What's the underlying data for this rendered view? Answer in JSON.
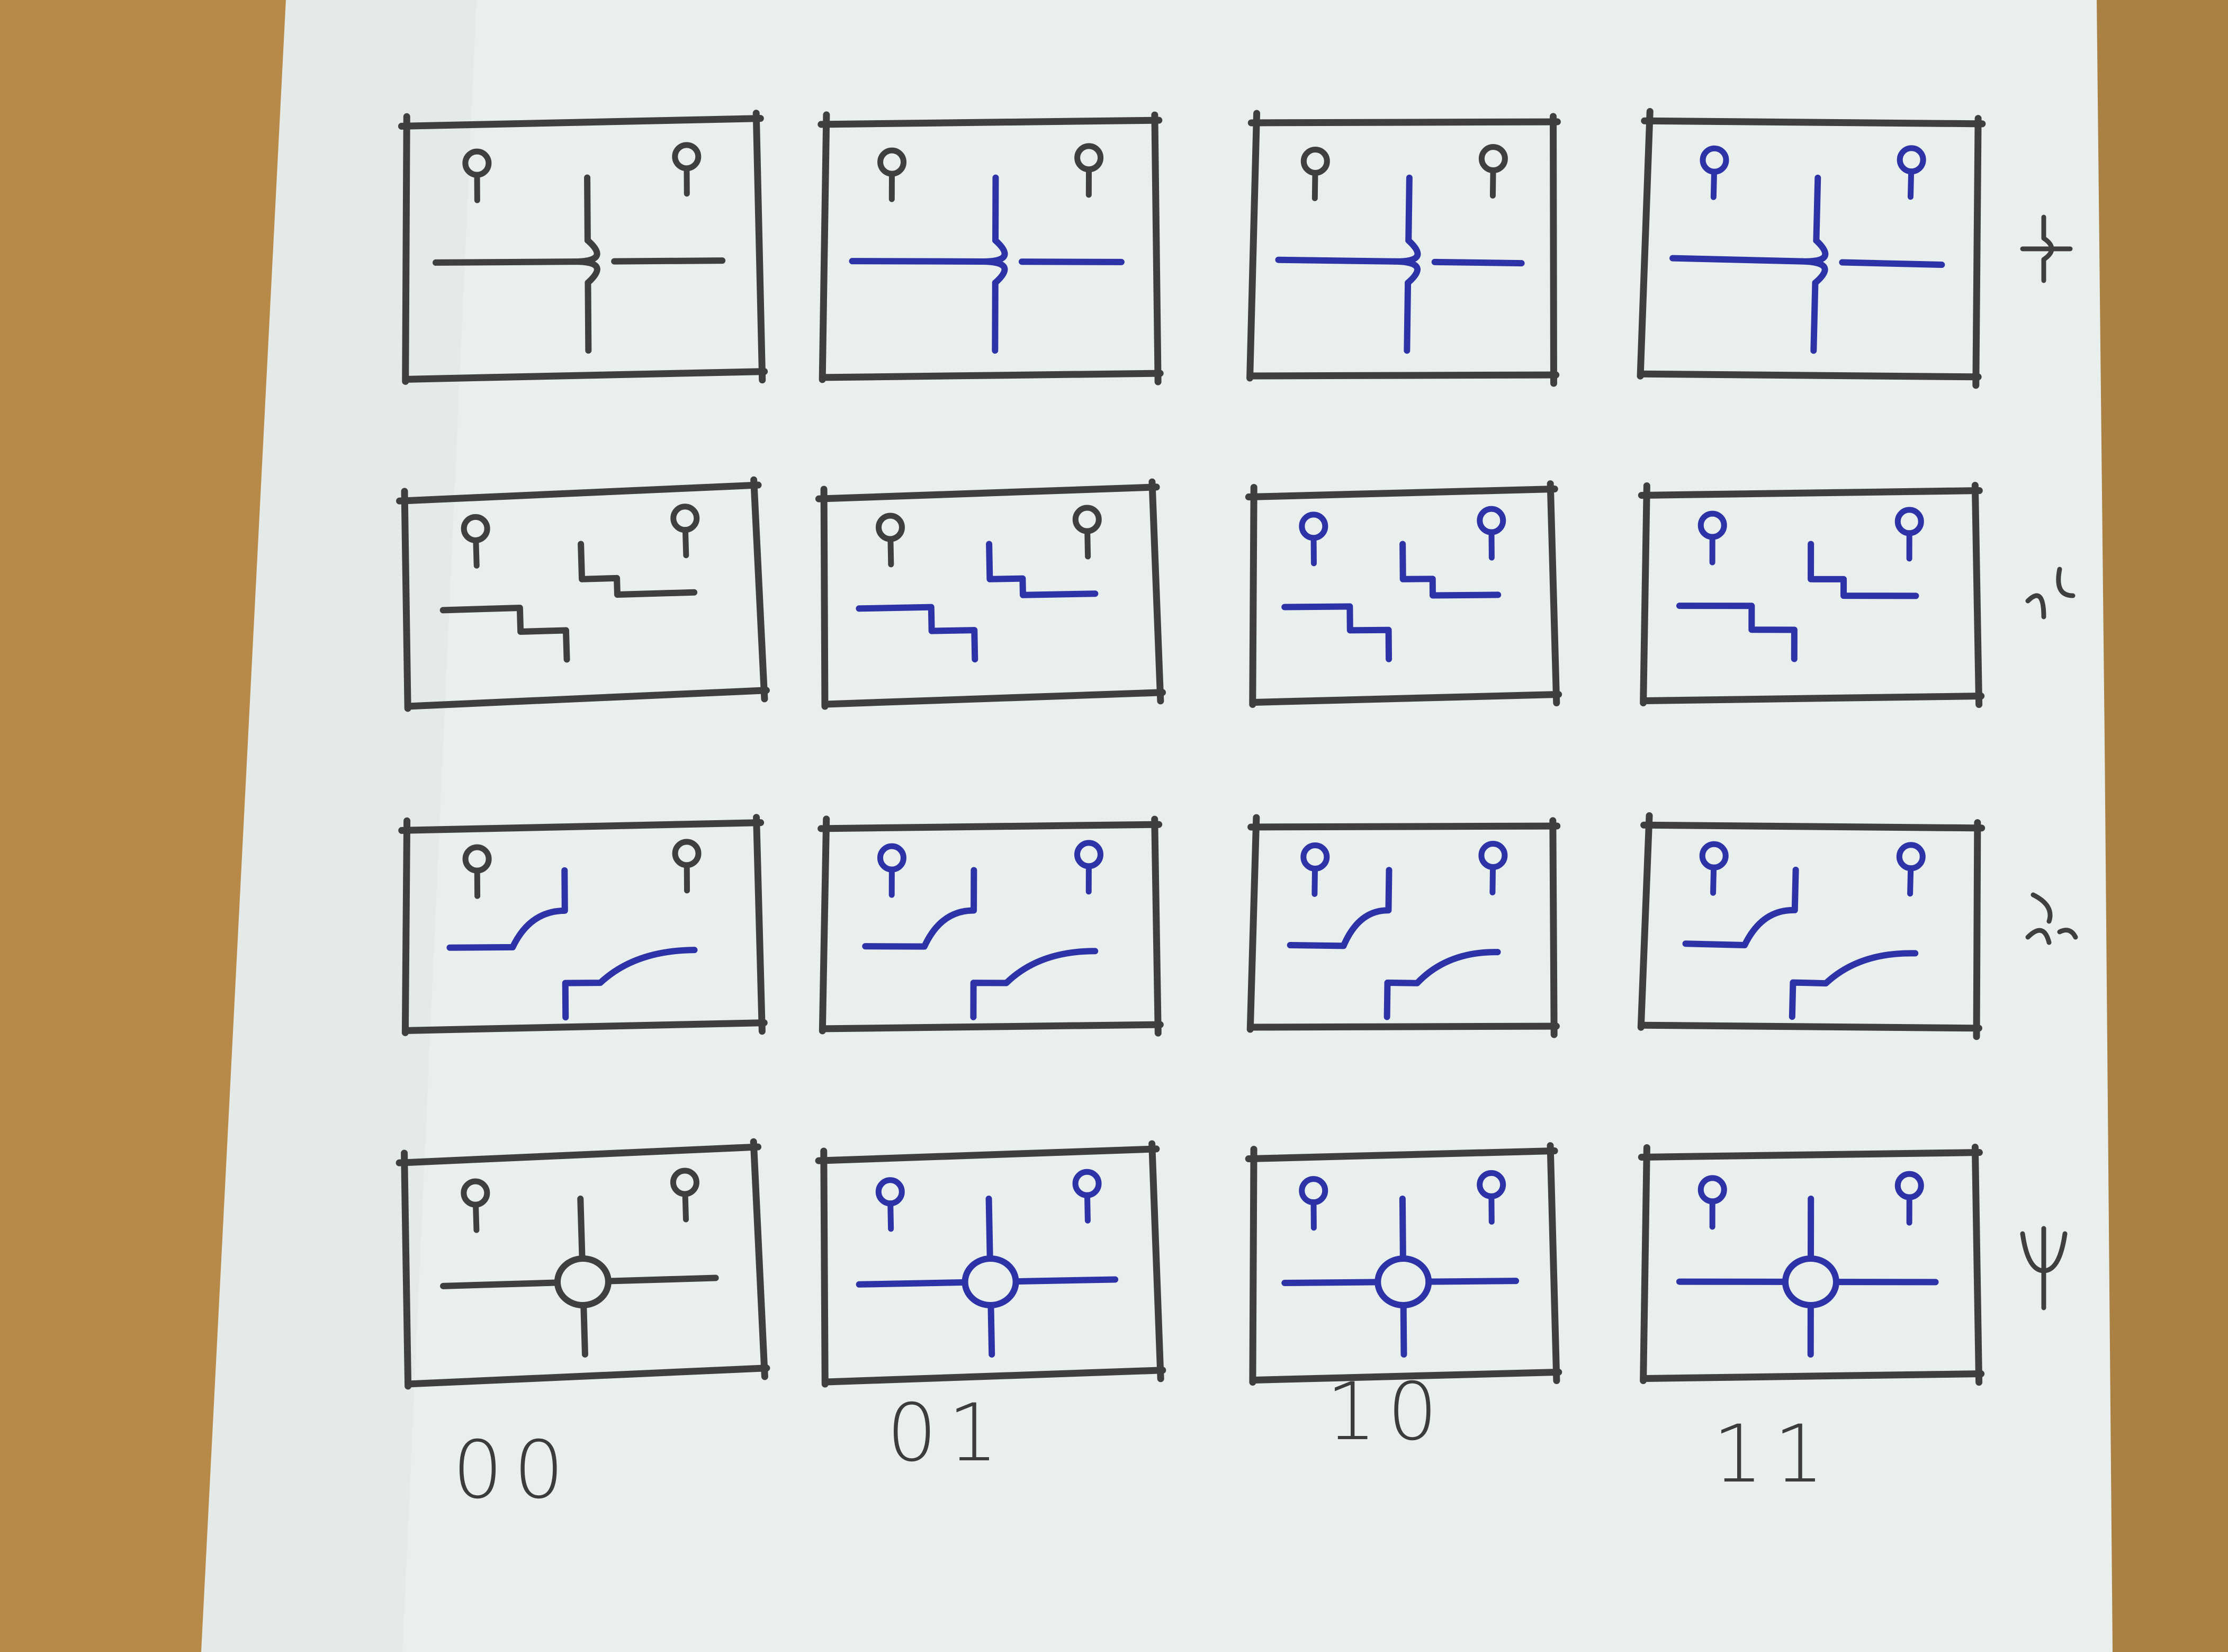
{
  "ink": {
    "pencil": "#3f3f3f",
    "blue": "#2d33a6"
  },
  "paper": {
    "color": "#e9efed",
    "table": "#b88a4a"
  },
  "columns": [
    {
      "label": "00"
    },
    {
      "label": "01"
    },
    {
      "label": "10"
    },
    {
      "label": "11"
    }
  ],
  "rows": [
    {
      "glyph": "bridge-crossing-glyph",
      "shape": "bridge"
    },
    {
      "glyph": "step-curve-glyph",
      "shape": "steps"
    },
    {
      "glyph": "offset-curves-glyph",
      "shape": "offset"
    },
    {
      "glyph": "trident-glyph",
      "shape": "circle"
    }
  ],
  "cells": [
    [
      "pencil",
      "mixed",
      "mixed",
      "blue"
    ],
    [
      "pencil",
      "mixed",
      "blue",
      "blue"
    ],
    [
      "mixed",
      "blue",
      "blue",
      "blue"
    ],
    [
      "pencil",
      "blue",
      "blue",
      "blue"
    ]
  ]
}
